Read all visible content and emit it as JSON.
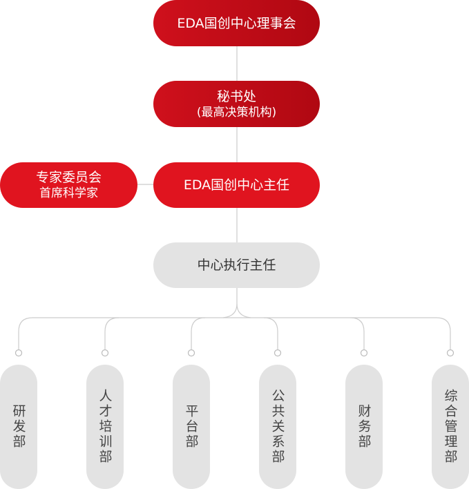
{
  "board": "EDA国创中心理事会",
  "secretariat": {
    "line1": "秘书处",
    "line2": "(最高决策机构)"
  },
  "director": "EDA国创中心主任",
  "experts": {
    "line1": "专家委员会",
    "line2": "首席科学家"
  },
  "executive_director": "中心执行主任",
  "departments": [
    "研发部",
    "人才培训部",
    "平台部",
    "公共关系部",
    "财务部",
    "综合管理部"
  ],
  "colors": {
    "accent_red": "#d0101c",
    "grey_box": "#e3e3e3",
    "line": "#cccccc"
  }
}
